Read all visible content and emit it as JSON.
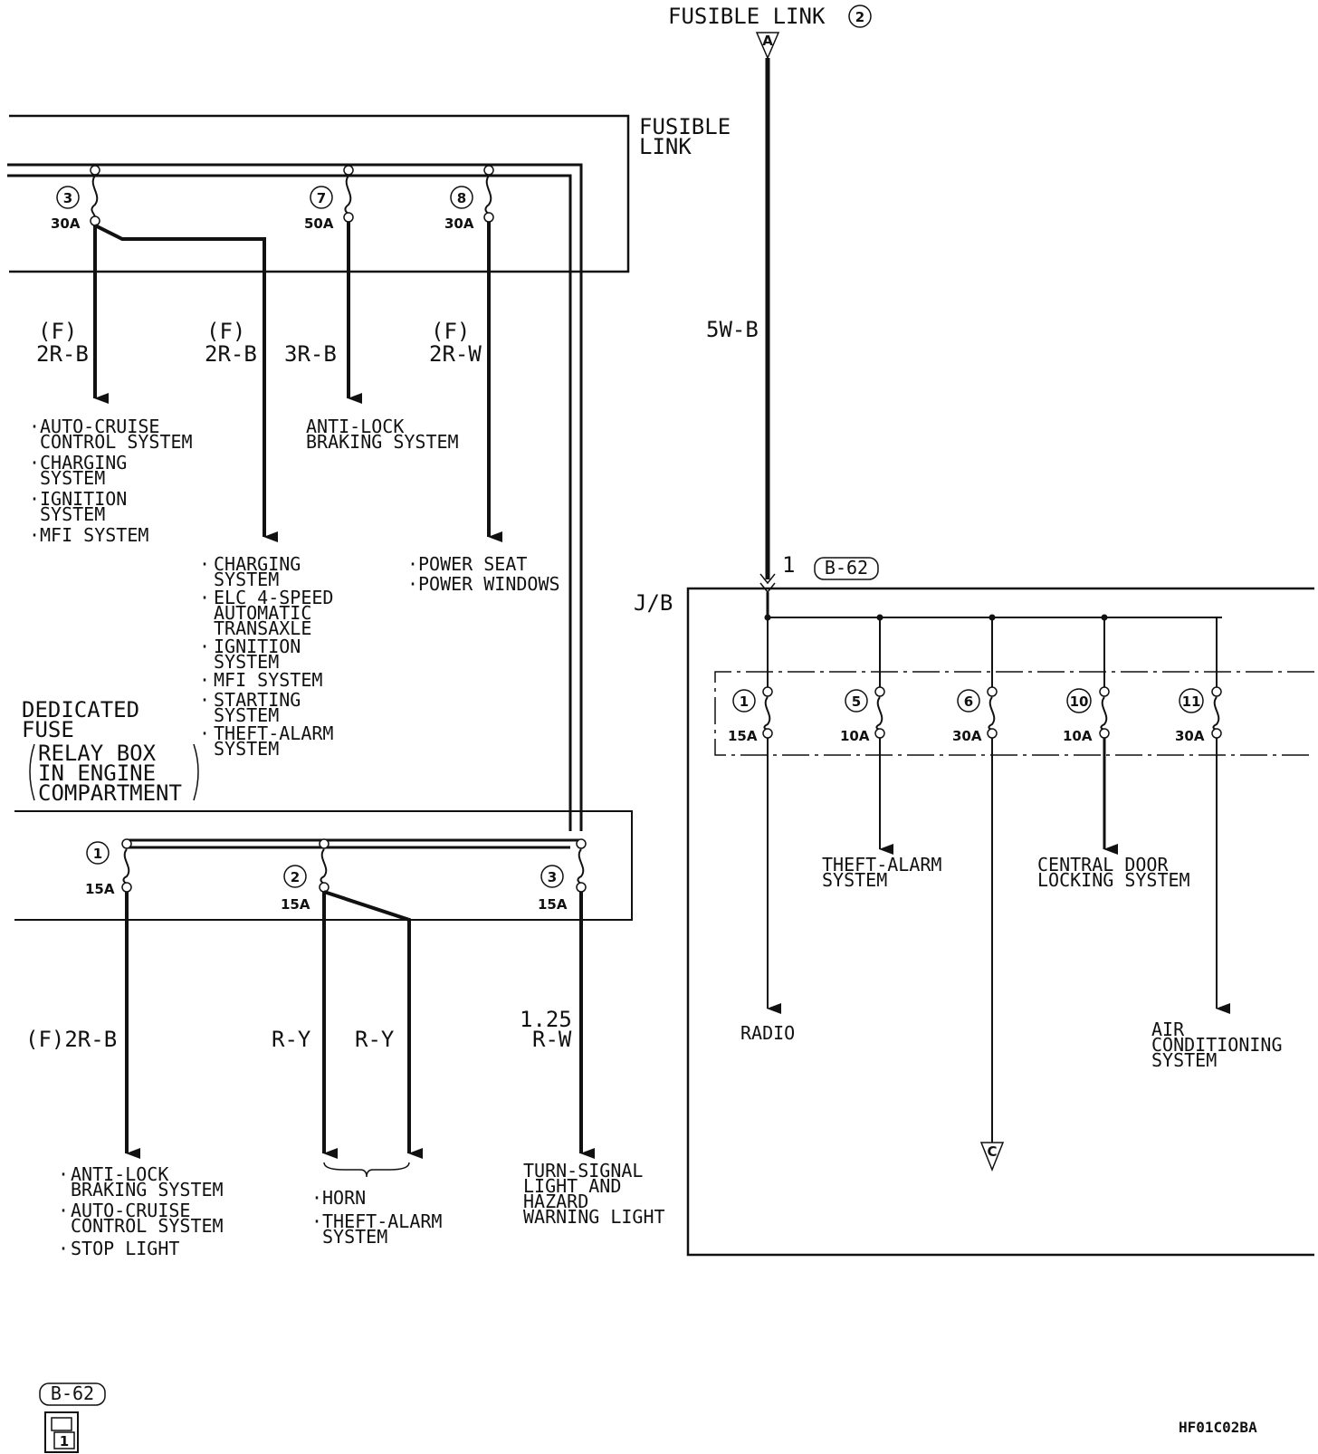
{
  "top_source": {
    "label": "FUSIBLE LINK",
    "number": "2",
    "connector": "A"
  },
  "fusible_link_box": {
    "title_line1": "FUSIBLE",
    "title_line2": "LINK"
  },
  "fusible_links": [
    {
      "num": "3",
      "rating": "30A"
    },
    {
      "num": "7",
      "rating": "50A"
    },
    {
      "num": "8",
      "rating": "30A"
    }
  ],
  "fl_wires": [
    {
      "tag": "(F)",
      "code": "2R-B"
    },
    {
      "tag": "(F)",
      "code": "2R-B"
    },
    {
      "tag": "",
      "code": "3R-B"
    },
    {
      "tag": "(F)",
      "code": "2R-W"
    }
  ],
  "fl_destinations": {
    "d1": [
      "AUTO-CRUISE",
      "CONTROL SYSTEM",
      "CHARGING",
      "SYSTEM",
      "IGNITION",
      "SYSTEM",
      "MFI SYSTEM"
    ],
    "d2": [
      "CHARGING",
      "SYSTEM",
      "ELC 4-SPEED",
      "AUTOMATIC",
      "TRANSAXLE",
      "IGNITION",
      "SYSTEM",
      "MFI SYSTEM",
      "STARTING",
      "SYSTEM",
      "THEFT-ALARM",
      "SYSTEM"
    ],
    "d3": [
      "ANTI-LOCK",
      "BRAKING SYSTEM"
    ],
    "d4": [
      "POWER SEAT",
      "POWER WINDOWS"
    ]
  },
  "dedicated_fuse_box": {
    "title_line1": "DEDICATED",
    "title_line2": "FUSE",
    "sub_line1": "RELAY BOX",
    "sub_line2": "IN ENGINE",
    "sub_line3": "COMPARTMENT"
  },
  "dedicated_fuses": [
    {
      "num": "1",
      "rating": "15A"
    },
    {
      "num": "2",
      "rating": "15A"
    },
    {
      "num": "3",
      "rating": "15A"
    }
  ],
  "df_wires": [
    {
      "text": "(F)2R-B"
    },
    {
      "text": "R-Y"
    },
    {
      "text": "R-Y"
    },
    {
      "line1": "1.25",
      "line2": "R-W"
    }
  ],
  "df_destinations": {
    "e1": [
      "ANTI-LOCK",
      "BRAKING SYSTEM",
      "AUTO-CRUISE",
      "CONTROL SYSTEM",
      "STOP LIGHT"
    ],
    "e2": [
      "HORN",
      "THEFT-ALARM",
      "SYSTEM"
    ],
    "e3": [
      "TURN-SIGNAL",
      "LIGHT AND",
      "HAZARD",
      "WARNING LIGHT"
    ]
  },
  "main_wire": {
    "code": "5W-B",
    "pin": "1",
    "connector": "B-62"
  },
  "junction_block": {
    "label": "J/B"
  },
  "jb_fuses": [
    {
      "num": "1",
      "rating": "15A"
    },
    {
      "num": "5",
      "rating": "10A"
    },
    {
      "num": "6",
      "rating": "30A"
    },
    {
      "num": "10",
      "rating": "10A"
    },
    {
      "num": "11",
      "rating": "30A"
    }
  ],
  "jb_destinations": {
    "theft": [
      "THEFT-ALARM",
      "SYSTEM"
    ],
    "door": [
      "CENTRAL DOOR",
      "LOCKING SYSTEM"
    ],
    "radio": "RADIO",
    "ac": [
      "AIR",
      "CONDITIONING",
      "SYSTEM"
    ],
    "connector_c": "C"
  },
  "connector_legend": {
    "label": "B-62",
    "pin": "1"
  },
  "figure_id": "HF01C02BA"
}
